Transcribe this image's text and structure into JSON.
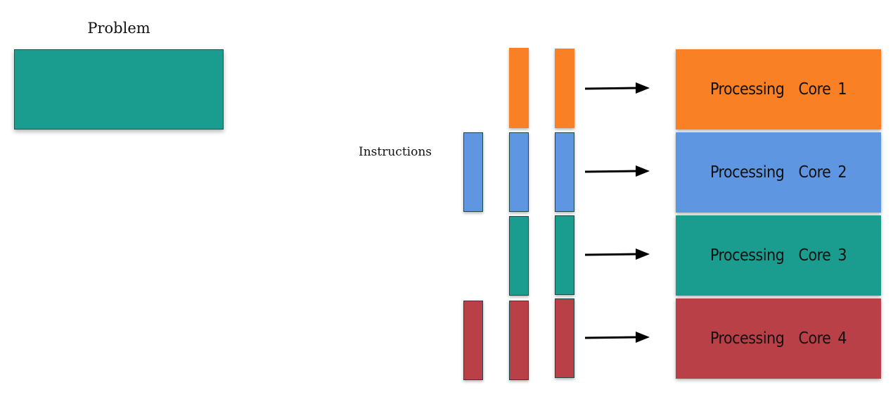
{
  "colors": {
    "orange": "#f98024",
    "blue": "#5e96e2",
    "teal": "#1a9d8e",
    "red": "#b84046"
  },
  "problem": {
    "title": "Problem",
    "color": "#1a9d8e"
  },
  "instructions": {
    "label": "Instructions"
  },
  "cores": [
    {
      "label": "Processing  Core 1",
      "color": "#f98024"
    },
    {
      "label": "Processing  Core 2",
      "color": "#5e96e2"
    },
    {
      "label": "Processing  Core 3",
      "color": "#1a9d8e"
    },
    {
      "label": "Processing  Core 4",
      "color": "#b84046"
    }
  ]
}
